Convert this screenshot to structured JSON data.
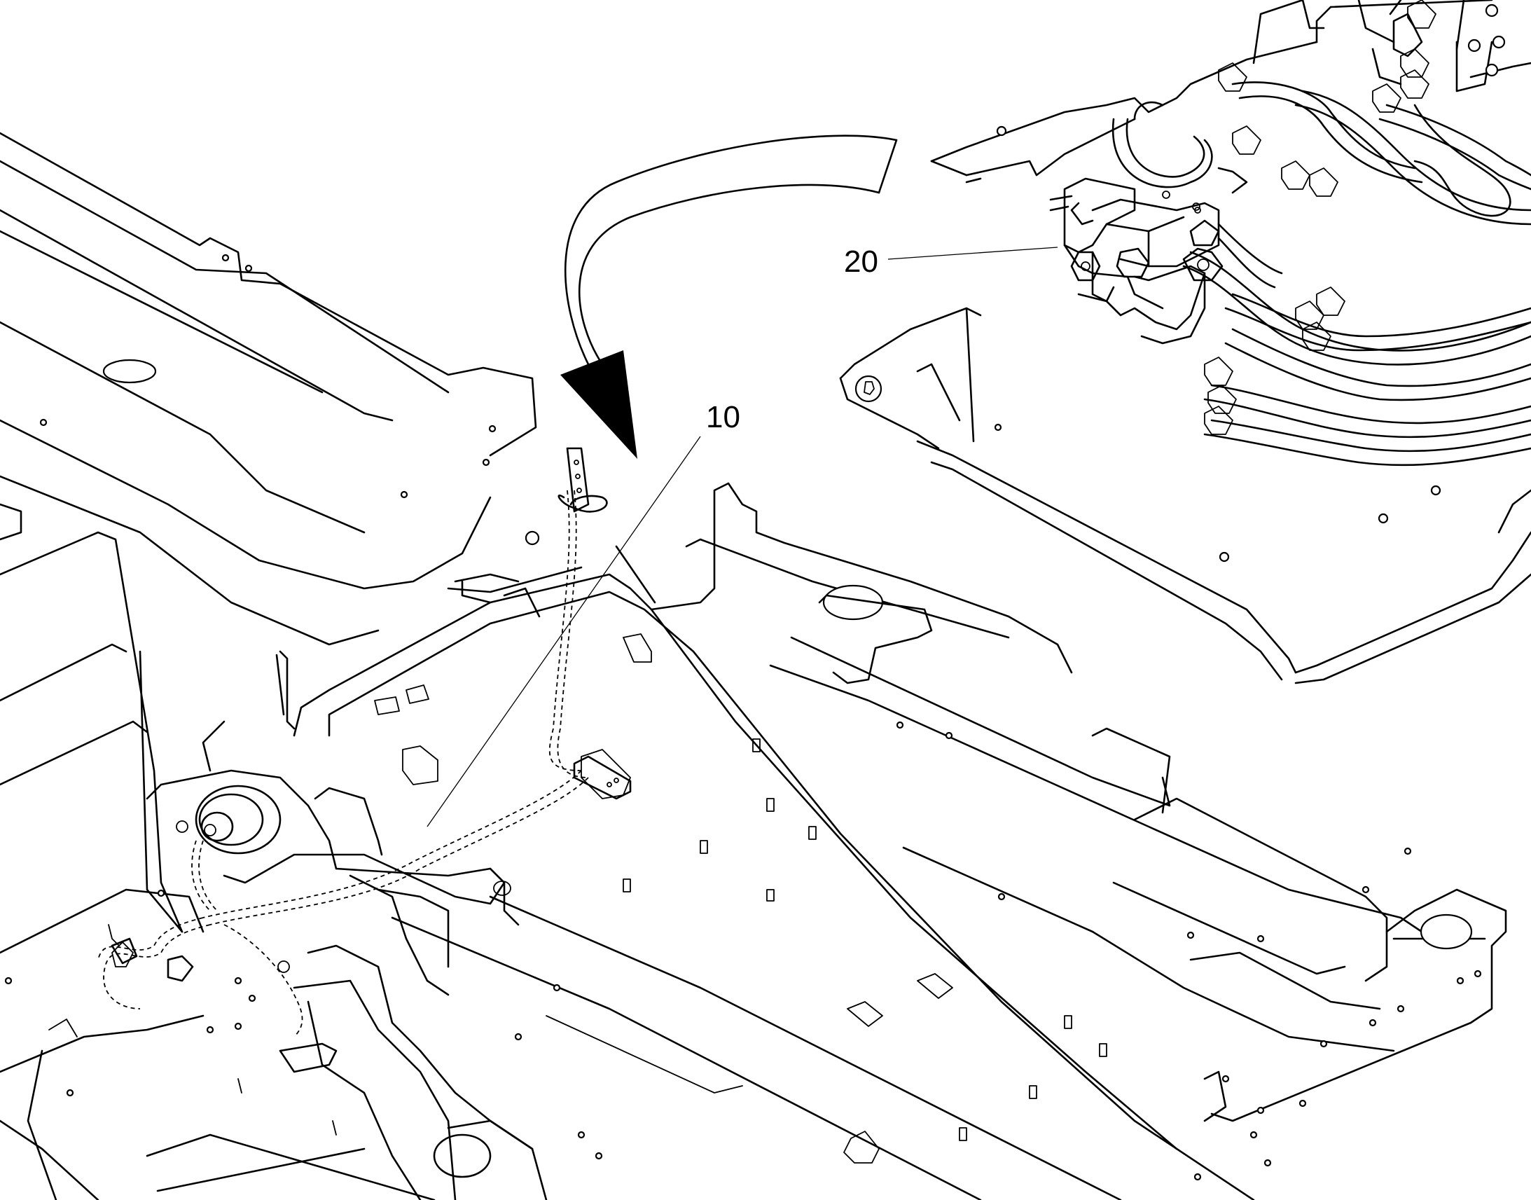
{
  "callouts": [
    {
      "id": "c10",
      "label": "10"
    },
    {
      "id": "c20",
      "label": "20"
    }
  ]
}
